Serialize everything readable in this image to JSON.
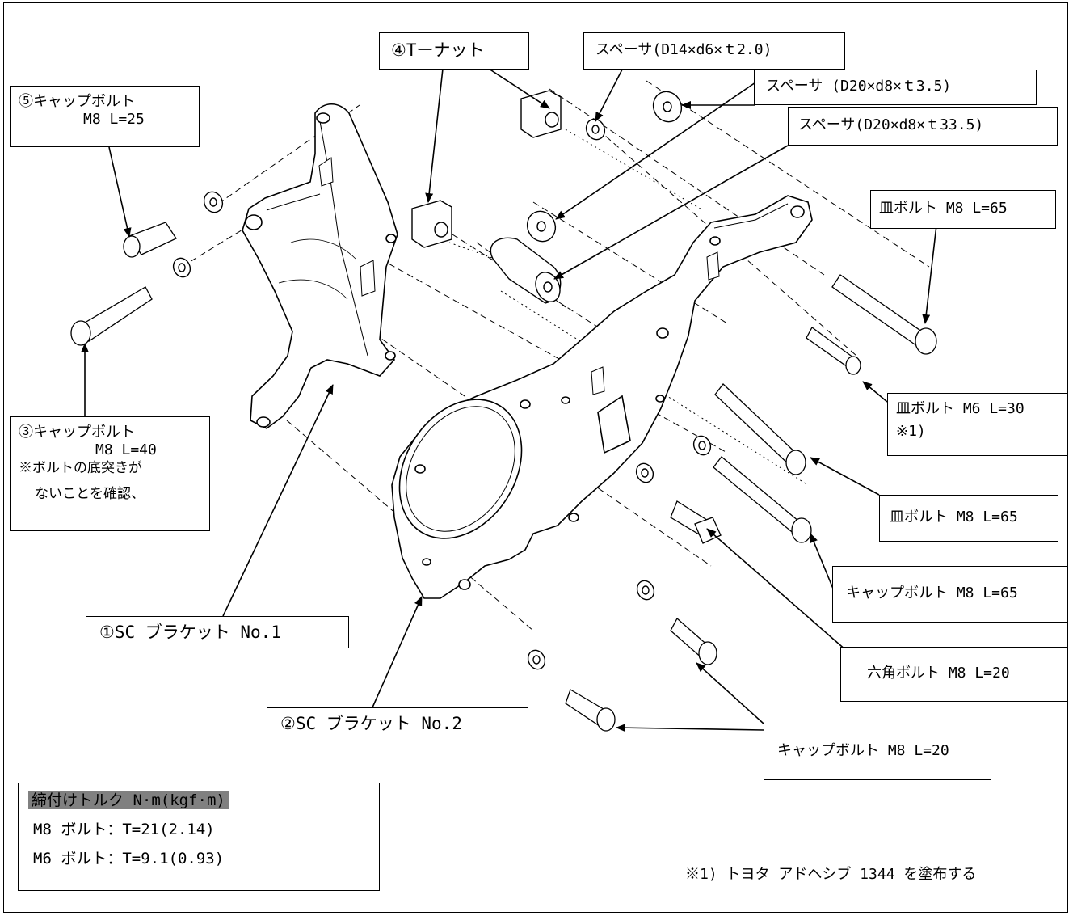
{
  "labels": {
    "tnut": "④Tーナット",
    "spacer_d14": "スペーサ(D14×d6×ｔ2.0)",
    "spacer_d20_35": "スペーサ (D20×d8×ｔ3.5)",
    "spacer_d20_335": "スペーサ(D20×d8×ｔ33.5)",
    "cap_bolt_5": [
      "⑤キャップボルト",
      "M8 L=25"
    ],
    "cap_bolt_3": [
      "③キャップボルト",
      "M8 L=40",
      "※ボルトの底突きが",
      "ないことを確認、"
    ],
    "flat_bolt_m8_upper": "皿ボルト M8 L=65",
    "flat_bolt_m6": [
      "皿ボルト M6 L=30",
      "※1)"
    ],
    "flat_bolt_m8_lower": "皿ボルト M8 L=65",
    "cap_bolt_m8_65": "キャップボルト M8 L=65",
    "hex_bolt_m8_20": "六角ボルト M8 L=20",
    "cap_bolt_m8_20": "キャップボルト M8 L=20",
    "sc_bracket_1": "①SC ブラケット No.1",
    "sc_bracket_2": "②SC ブラケット No.2"
  },
  "torque": {
    "heading": "締付けトルク N·m(kgf·m)",
    "m8": "M8 ボルト：T=21(2.14)",
    "m6": "M6 ボルト：T=9.1(0.93)"
  },
  "footnote": "※1) トヨタ アドヘシブ 1344 を塗布する",
  "colors": {
    "line": "#000000",
    "highlight": "#808080",
    "background": "#ffffff"
  }
}
